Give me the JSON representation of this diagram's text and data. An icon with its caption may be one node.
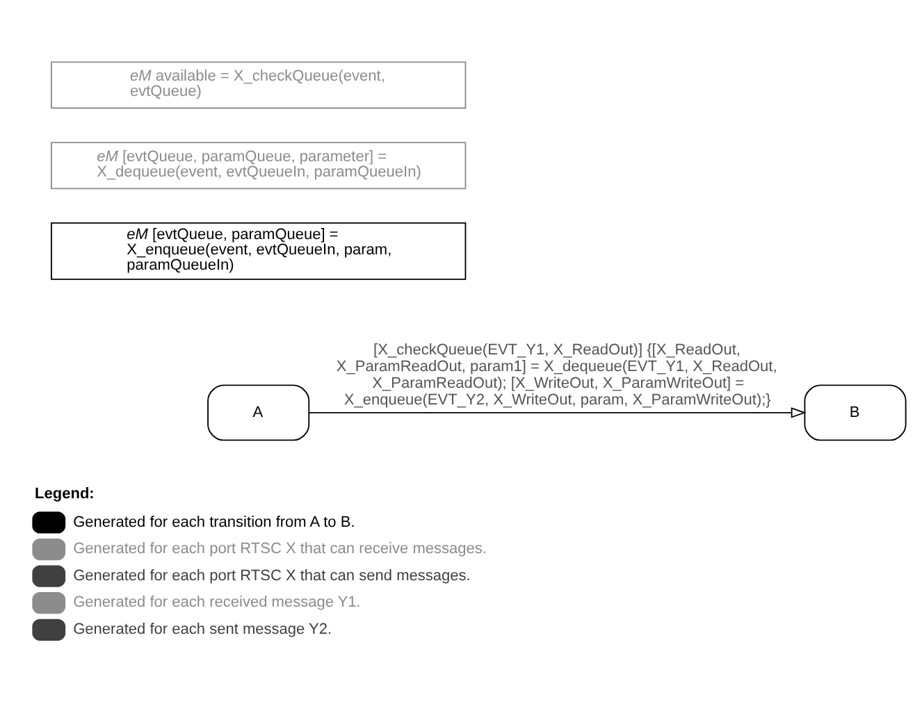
{
  "diagram": {
    "nodes": [
      {
        "text": [
          "*eM* available = X_checkQueue(event, evtQueue)"
        ]
      },
      {
        "text": [
          "*eM* [evtQueue, paramQueue, parameter] = X_dequeue(event, evtQueueIn, paramQueueIn)"
        ]
      },
      {
        "text": [
          "*eM* [evtQueue, paramQueue] = X_enqueue(event, evtQueueIn, param, paramQueueIn)"
        ]
      },
      {
        "text": [
          "A"
        ]
      },
      {
        "text": [
          "B"
        ]
      }
    ],
    "edges": [
      {
        "from": 3,
        "to": 4,
        "arrow": "to",
        "label": "[X_checkQueue(EVT_Y1, X_ReadOut)] {[X_ReadOut, X_ParamReadOut, param1] = X_dequeue(EVT_Y1, X_ReadOut, X_ParamReadOut); [X_WriteOut, X_ParamWriteOut] = X_enqueue(EVT_Y2, X_WriteOut, param, X_ParamWriteOut);}"
      }
    ],
    "labels": [
      "Legend:"
    ],
    "legend": [
      {
        "text": "Generated for each transition from A to B.",
        "color": "#000000"
      },
      {
        "text": "Generated for each port RTSC X that can receive messages.",
        "color": "#8c8c8c"
      },
      {
        "text": "Generated for each port RTSC X that can send messages.",
        "color": "#404040"
      },
      {
        "text": "Generated for each received message Y1.",
        "color": "#8c8c8c"
      },
      {
        "text": "Generated for each sent message Y2.",
        "color": "#404040"
      }
    ]
  }
}
